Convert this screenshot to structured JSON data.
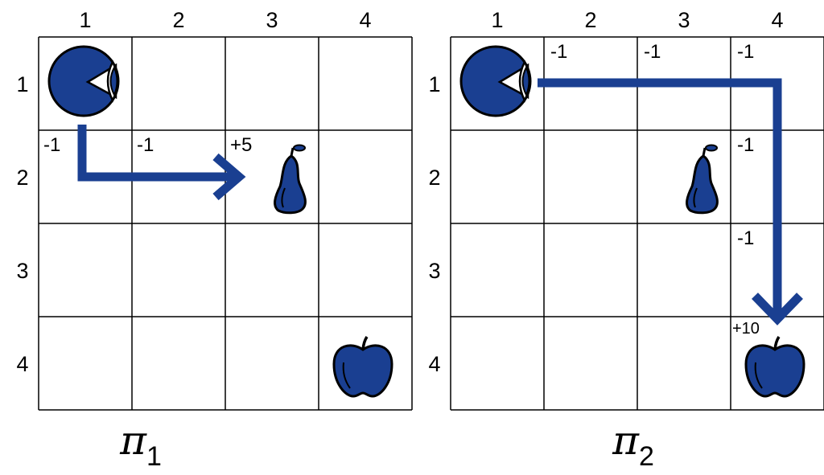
{
  "panels": [
    {
      "id": "p1",
      "policy_symbol": "π",
      "policy_subscript": "1",
      "col_labels": [
        "1",
        "2",
        "3",
        "4"
      ],
      "row_labels": [
        "1",
        "2",
        "3",
        "4"
      ],
      "rewards": [
        {
          "row": 2,
          "col": 1,
          "text": "-1"
        },
        {
          "row": 2,
          "col": 2,
          "text": "-1"
        },
        {
          "row": 2,
          "col": 3,
          "text": "+5"
        }
      ],
      "agent": {
        "row": 1,
        "col": 1
      },
      "pear": {
        "row": 2,
        "col": 3
      },
      "apple": {
        "row": 4,
        "col": 4
      }
    },
    {
      "id": "p2",
      "policy_symbol": "π",
      "policy_subscript": "2",
      "col_labels": [
        "1",
        "2",
        "3",
        "4"
      ],
      "row_labels": [
        "1",
        "2",
        "3",
        "4"
      ],
      "rewards": [
        {
          "row": 1,
          "col": 2,
          "text": "-1"
        },
        {
          "row": 1,
          "col": 3,
          "text": "-1"
        },
        {
          "row": 1,
          "col": 4,
          "text": "-1"
        },
        {
          "row": 2,
          "col": 4,
          "text": "-1"
        },
        {
          "row": 3,
          "col": 4,
          "text": "-1"
        },
        {
          "row": 4,
          "col": 4,
          "text": "+10"
        }
      ],
      "agent": {
        "row": 1,
        "col": 1
      },
      "pear": {
        "row": 2,
        "col": 3
      },
      "apple": {
        "row": 4,
        "col": 4
      }
    }
  ],
  "colors": {
    "accent": "#1a3f91",
    "grid": "#000000"
  },
  "icons": [
    "agent-icon",
    "pear-icon",
    "apple-icon",
    "path-arrow"
  ]
}
